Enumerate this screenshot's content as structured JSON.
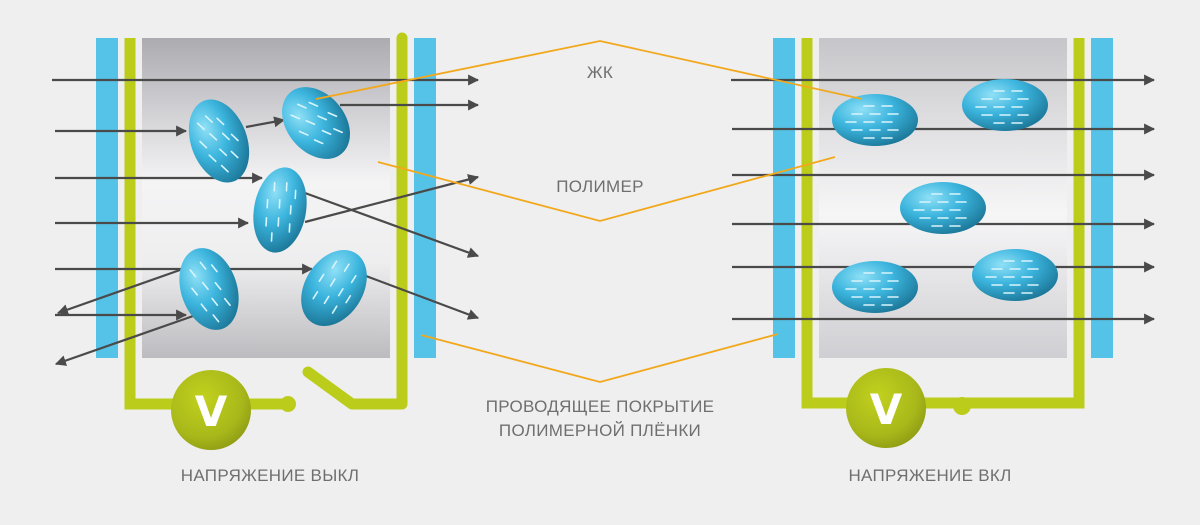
{
  "labels": {
    "liquid_crystal": "ЖК",
    "polymer": "ПОЛИМЕР",
    "coating_line1": "ПРОВОДЯЩЕЕ ПОКРЫТИЕ",
    "coating_line2": "ПОЛИМЕРНОЙ ПЛЁНКИ",
    "voltage_off": "НАПРЯЖЕНИЕ ВЫКЛ",
    "voltage_on": "НАПРЯЖЕНИЕ ВКЛ"
  },
  "voltmeter_symbol": "V",
  "colors": {
    "background": "#efefef",
    "film": "#55c3e8",
    "electrode": "#bccc1a",
    "callout": "#f2a81d",
    "arrow": "#4a4a4a",
    "droplet": "#3fb4dc",
    "text": "#6f6f6f"
  },
  "panels": [
    {
      "state": "voltage-off",
      "switch": "open",
      "light": "scattered"
    },
    {
      "state": "voltage-on",
      "switch": "closed",
      "light": "transmitted"
    }
  ]
}
